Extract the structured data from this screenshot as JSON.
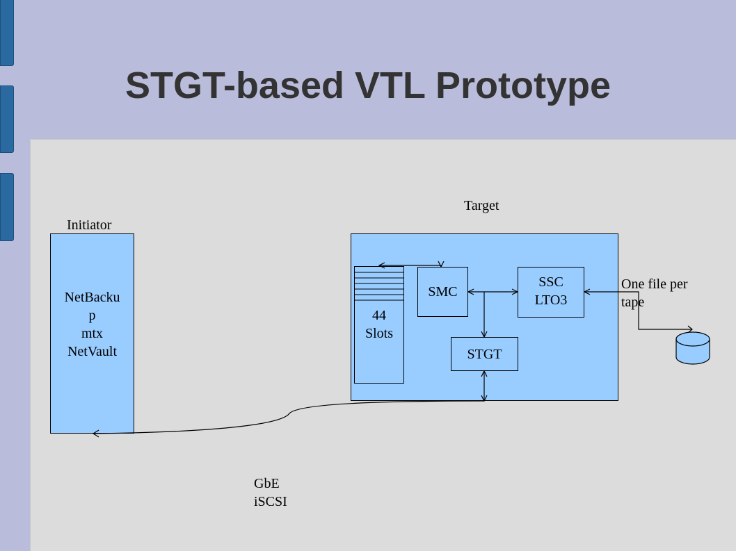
{
  "title": "STGT-based VTL Prototype",
  "labels": {
    "initiator": "Initiator",
    "target": "Target",
    "one_file_per_tape": [
      "One file per",
      "tape"
    ],
    "network": [
      "GbE",
      "iSCSI"
    ]
  },
  "initiator_box": {
    "lines": [
      "NetBacku",
      "p",
      "mtx",
      "NetVault"
    ]
  },
  "slots_box": {
    "lines": [
      "44",
      "Slots"
    ]
  },
  "smc_box": {
    "label": "SMC"
  },
  "ssc_box": {
    "lines": [
      "SSC",
      "LTO3"
    ]
  },
  "stgt_box": {
    "label": "STGT"
  },
  "colors": {
    "box_fill": "#99ccff",
    "background": "#babcdb",
    "content_area": "#dcdcdc",
    "title": "#333333",
    "side_tab": "#2a6aa0"
  }
}
